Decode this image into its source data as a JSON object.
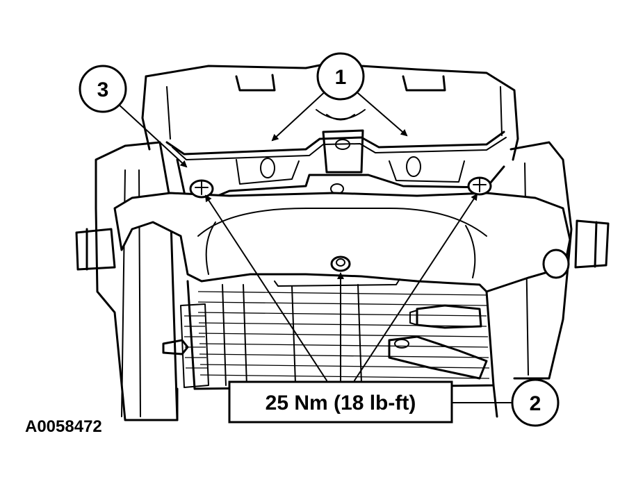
{
  "callouts": [
    {
      "number": "1"
    },
    {
      "number": "2"
    },
    {
      "number": "3"
    }
  ],
  "torque_spec": "25 Nm (18 lb-ft)",
  "figure_id": "A0058472"
}
